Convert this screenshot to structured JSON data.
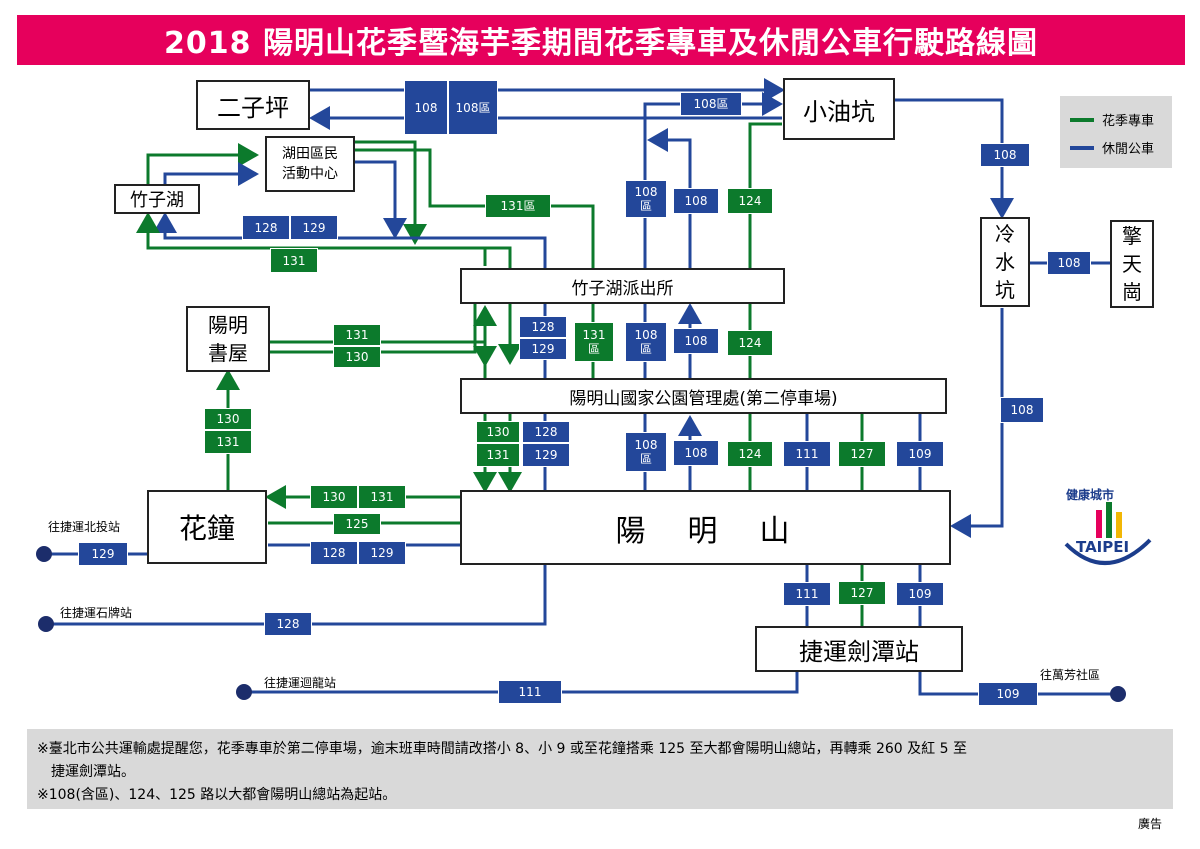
{
  "title": "2018 陽明山花季暨海芋季期間花季專車及休閒公車行駛路線圖",
  "colors": {
    "banner": "#e6005c",
    "special": "#0c7a2c",
    "leisure": "#23479a",
    "note_bg": "#d9d9d9"
  },
  "legend": [
    {
      "label": "花季專車",
      "color": "#0c7a2c"
    },
    {
      "label": "休閒公車",
      "color": "#23479a"
    }
  ],
  "stations": {
    "erziping": "二子坪",
    "xiaoyoukeng": "小油坑",
    "hutian": "湖田區民\n活動中心",
    "zhuzihu": "竹子湖",
    "police": "竹子湖派出所",
    "lengshuikeng": "冷\n水\n坑",
    "qingtiangang": "擎\n天\n崗",
    "shuwu": "陽明\n書屋",
    "park_hq": "陽明山國家公園管理處(第二停車場)",
    "huazhong": "花鐘",
    "yangmingshan": "陽　明　山",
    "jiantan": "捷運劍潭站"
  },
  "route_labels": [
    "108",
    "108區",
    "108區",
    "108",
    "108",
    "131區",
    "108\n區",
    "108",
    "124",
    "128",
    "129",
    "131",
    "108",
    "128",
    "129",
    "131\n區",
    "108\n區",
    "108",
    "124",
    "131",
    "130",
    "130",
    "128",
    "131",
    "129",
    "108\n區",
    "108",
    "124",
    "111",
    "127",
    "109",
    "108",
    "130",
    "131",
    "130",
    "131",
    "125",
    "128",
    "129",
    "129",
    "111",
    "127",
    "109",
    "128",
    "111",
    "109"
  ],
  "externals": {
    "beitou": "往捷運北投站",
    "shipai": "往捷運石牌站",
    "jiannan": "往捷運迴龍站",
    "wanfang": "往萬芳社區"
  },
  "notes": [
    "※臺北市公共運輸處提醒您，花季專車於第二停車場，逾末班車時間請改搭小 8、小 9 或至花鐘搭乘 125 至大都會陽明山總站，再轉乘 260 及紅 5 至",
    "　捷運劍潭站。",
    "※108(含區)、124、125 路以大都會陽明山總站為起站。"
  ],
  "logo": {
    "text": "健康城市",
    "sub": "TAIPEI"
  },
  "footer": "廣告"
}
